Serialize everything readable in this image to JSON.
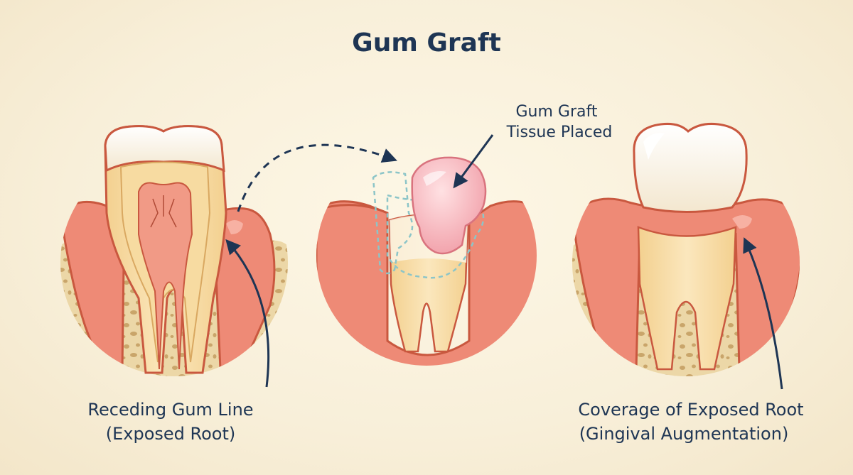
{
  "title": "Gum Graft",
  "labels": {
    "receding_line1": "Receding Gum Line",
    "receding_line2": "(Exposed Root)",
    "graft_line1": "Gum Graft",
    "graft_line2": "Tissue Placed",
    "coverage_line1": "Coverage of Exposed Root",
    "coverage_line2": "(Gingival Augmentation)"
  },
  "colors": {
    "title": "#1e3554",
    "gum": "#ee8a76",
    "gum_outline": "#c9583f",
    "bone": "#ecd7a7",
    "enamel": "#fdfbf5",
    "dentin": "#f7dba1",
    "pulp": "#f19a86",
    "graft": "#f7b6bd",
    "arrow": "#1e3554",
    "ghost_outline": "#8cc5c8"
  }
}
